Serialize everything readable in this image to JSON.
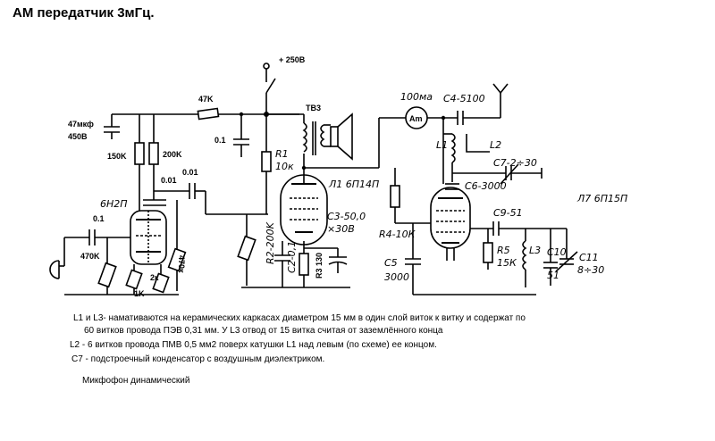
{
  "title": "АМ передатчик 3мГц.",
  "labels": {
    "supply": "+ 250В",
    "r47k": "47K",
    "cap47": "47мкф",
    "cap450": "450В",
    "r150": "150K",
    "r200": "200K",
    "c01a": "0.1",
    "c001a": "0.01",
    "c001b": "0.01",
    "tube1": "6Н2П",
    "c01b": "0.1",
    "r470a": "470K",
    "r470b": "470к",
    "r2k": "2к",
    "r1k": "1K",
    "tv3": "ТВ3",
    "r1": "R1",
    "r1v": "10к",
    "tube2": "Л1 6П14П",
    "c3": "C3-50,0",
    "c3v": "×30В",
    "r2": "R2-200K",
    "c2": "C2-0,1",
    "r3": "R3 130",
    "ma": "100ма",
    "ammeter": "Am",
    "c4": "C4-5100",
    "l1": "L1",
    "l2": "L2",
    "c7": "C7-2÷30",
    "c6": "C6-3000",
    "tube3": "Л7 6П15П",
    "r4": "R4-10К",
    "c9": "C9-51",
    "c5": "C5",
    "c5v": "3000",
    "r5": "R5",
    "r5v": "15К",
    "l3": "L3",
    "c10": "C10",
    "c10v": "51",
    "c11": "C11",
    "c11v": "8÷30"
  },
  "notes": {
    "note1": "L1 и  L3- намативаются на керамических каркасах диаметром 15 мм в один слой виток к витку и содержат по",
    "note1b": "60 витков провода ПЭВ 0,31 мм.  У L3 отвод от 15 витка считая от заземлённого конца",
    "note2": "L2 - 6 витков провода ПМВ 0,5 мм2 поверх катушки L1 над левым (по схеме) ее концом.",
    "note3": "С7 - подстроечный конденсатор с воздушным диэлектриком.",
    "mic": "Микфофон динамический"
  }
}
